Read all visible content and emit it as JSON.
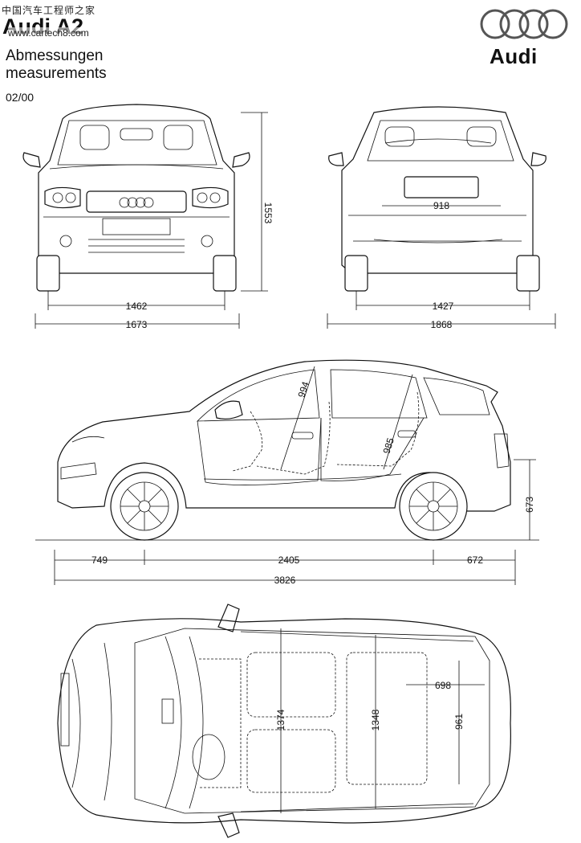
{
  "header": {
    "watermark": "中国汽车工程师之家",
    "model": "Audi A2",
    "url": "www.cartech8.com",
    "title_de": "Abmessungen",
    "title_en": "measurements",
    "date": "02/00",
    "brand": "Audi"
  },
  "dimensions": {
    "front_height": "1553",
    "front_track": "1462",
    "front_width": "1673",
    "rear_plate_width": "918",
    "rear_track": "1427",
    "rear_width_mirrors": "1868",
    "side_headroom_front": "994",
    "side_headroom_rear": "985",
    "side_ground_to_sill": "673",
    "front_overhang": "749",
    "wheelbase": "2405",
    "rear_overhang": "672",
    "overall_length": "3826",
    "top_interior_width_front": "1374",
    "top_interior_width_rear": "1348",
    "top_cargo_length": "698",
    "top_cargo_width": "961"
  }
}
